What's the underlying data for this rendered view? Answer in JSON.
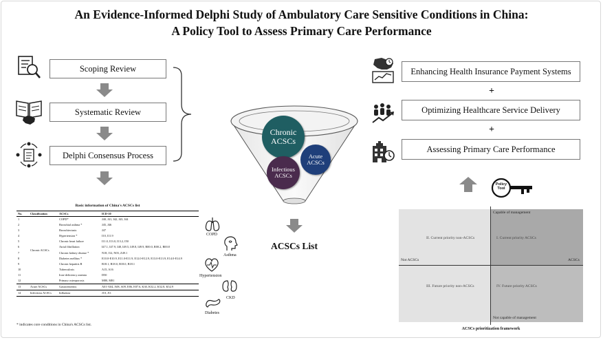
{
  "title": {
    "line1": "An Evidence-Informed Delphi Study of Ambulatory Care Sensitive Conditions in China:",
    "line2": "A Policy Tool to Assess Primary Care Performance"
  },
  "left_steps": [
    {
      "label": "Scoping Review",
      "icon": "magnifier-document-icon"
    },
    {
      "label": "Systematic Review",
      "icon": "open-book-china-map-icon"
    },
    {
      "label": "Delphi Consensus Process",
      "icon": "consensus-cycle-icon"
    }
  ],
  "funnel": {
    "chronic": "Chronic ACSCs",
    "acute": "Acute ACSCs",
    "infectious": "Infectious ACSCs",
    "result": "ACSCs List"
  },
  "right_goals": [
    {
      "label": "Enhancing Health Insurance Payment Systems",
      "icon": "china-map-chart-icon"
    },
    {
      "label": "Optimizing Healthcare Service Delivery",
      "icon": "people-growth-icon"
    },
    {
      "label": "Assessing Primary Care Performance",
      "icon": "hospital-clock-icon"
    }
  ],
  "plus_symbol": "+",
  "policy_tool": "Policy Tool",
  "table": {
    "title": "Basic information of China's ACSCs list",
    "headers": [
      "No.",
      "Classification",
      "ACSCs",
      "ICD-10"
    ],
    "groups": {
      "chronic": "Chronic ACSCs",
      "acute": "Acute ACSCs",
      "infectious": "Infectious ACSCs"
    },
    "rows": [
      {
        "no": "1",
        "acsc": "COPD*",
        "icd": "J40, J41, J42, J43, J44"
      },
      {
        "no": "2",
        "acsc": "Bronchial asthma *",
        "icd": "J45, J46"
      },
      {
        "no": "3",
        "acsc": "Bronchiectasis",
        "icd": "J47"
      },
      {
        "no": "4",
        "acsc": "Hypertension *",
        "icd": "I10, I11.9"
      },
      {
        "no": "5",
        "acsc": "Chronic heart failure",
        "icd": "I11.0, I13.0, I13.2, I50"
      },
      {
        "no": "6",
        "acsc": "Atrial fibrillation",
        "icd": "I47.1, I47.9, I48, I49.5, I49.8, I49.9, R00.0, R00.2, R00.8"
      },
      {
        "no": "7",
        "acsc": "Chronic kidney disease *",
        "icd": "N18, I12, N03, Z49.1"
      },
      {
        "no": "8",
        "acsc": "Diabetes mellitus *",
        "icd": "E10.0-E10.9, E11.0-E11.9, E12.0-E12.9, E13.0-E13.9, E14.0-E14.9"
      },
      {
        "no": "9",
        "acsc": "Chronic hepatitis B",
        "icd": "B18.1, B18.0, B18.0, B18.1"
      },
      {
        "no": "10",
        "acsc": "Tuberculosis",
        "icd": "A15, A16"
      },
      {
        "no": "11",
        "acsc": "Iron-deficiency anemia",
        "icd": "D50"
      },
      {
        "no": "12",
        "acsc": "Primary osteoporosis",
        "icd": "M80, M81"
      },
      {
        "no": "13",
        "acsc": "Gastroenteritis",
        "icd": "A01-A04, A08, A09, E86, E87.6, K30, K52.2, K52.8, K52.9"
      },
      {
        "no": "14",
        "acsc": "Influenza",
        "icd": "J10, J11"
      }
    ],
    "note": "* indicates core conditions in China's ACSCs list."
  },
  "organs": {
    "copd": "COPD",
    "asthma": "Asthma",
    "hypertension": "Hypertension",
    "ckd": "CKD",
    "diabetes": "Diabetes"
  },
  "framework": {
    "top": "Capable of management",
    "bottom": "Not capable of management",
    "left": "Not ACSCs",
    "right": "ACSCs",
    "q1": "I. Current priority ACSCs",
    "q2": "II. Current priority non-ACSCs",
    "q3": "III. Future priority non-ACSCs",
    "q4": "IV. Future priority ACSCs",
    "caption": "ACSCs prioritization framework",
    "colors": {
      "light": "#e3e3e3",
      "dark": "#a9a9a9"
    }
  },
  "colors": {
    "chronic_circle": "#1f5e62",
    "acute_circle": "#1f3f7a",
    "infectious_circle": "#4a2b4d",
    "arrow_gray": "#8a8a8a"
  }
}
